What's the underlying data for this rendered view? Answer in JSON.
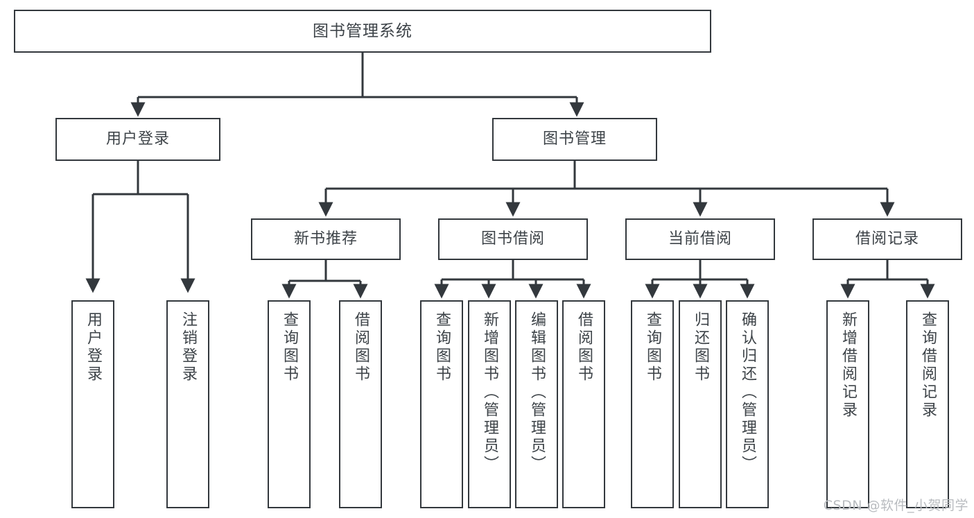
{
  "diagram": {
    "type": "tree-hierarchy",
    "title": "图书管理系统",
    "watermark": "CSDN @软件_小贺同学",
    "colors": {
      "stroke": "#33383d",
      "text": "#3d4348",
      "background": "#ffffff",
      "watermark": "#b9bcc0"
    },
    "levels": {
      "root": {
        "label": "图书管理系统"
      },
      "level2": [
        {
          "id": "user-login",
          "label": "用户登录"
        },
        {
          "id": "book-management",
          "label": "图书管理"
        }
      ],
      "level3": [
        {
          "id": "new-book-recommend",
          "label": "新书推荐",
          "parent": "book-management"
        },
        {
          "id": "book-borrow",
          "label": "图书借阅",
          "parent": "book-management"
        },
        {
          "id": "current-borrow",
          "label": "当前借阅",
          "parent": "book-management"
        },
        {
          "id": "borrow-record",
          "label": "借阅记录",
          "parent": "book-management"
        }
      ],
      "leaves": [
        {
          "id": "leaf-user-login",
          "label": "用户登录",
          "parent": "user-login"
        },
        {
          "id": "leaf-logout",
          "label": "注销登录",
          "parent": "user-login"
        },
        {
          "id": "leaf-query-book-1",
          "label": "查询图书",
          "parent": "new-book-recommend"
        },
        {
          "id": "leaf-borrow-book-1",
          "label": "借阅图书",
          "parent": "new-book-recommend"
        },
        {
          "id": "leaf-query-book-2",
          "label": "查询图书",
          "parent": "book-borrow"
        },
        {
          "id": "leaf-add-book",
          "label": "新增图书（管理员）",
          "parent": "book-borrow"
        },
        {
          "id": "leaf-edit-book",
          "label": "编辑图书（管理员）",
          "parent": "book-borrow"
        },
        {
          "id": "leaf-borrow-book-2",
          "label": "借阅图书",
          "parent": "book-borrow"
        },
        {
          "id": "leaf-query-book-3",
          "label": "查询图书",
          "parent": "current-borrow"
        },
        {
          "id": "leaf-return-book",
          "label": "归还图书",
          "parent": "current-borrow"
        },
        {
          "id": "leaf-confirm-return",
          "label": "确认归还（管理员）",
          "parent": "current-borrow"
        },
        {
          "id": "leaf-add-record",
          "label": "新增借阅记录",
          "parent": "borrow-record"
        },
        {
          "id": "leaf-query-record",
          "label": "查询借阅记录",
          "parent": "borrow-record"
        }
      ]
    }
  }
}
